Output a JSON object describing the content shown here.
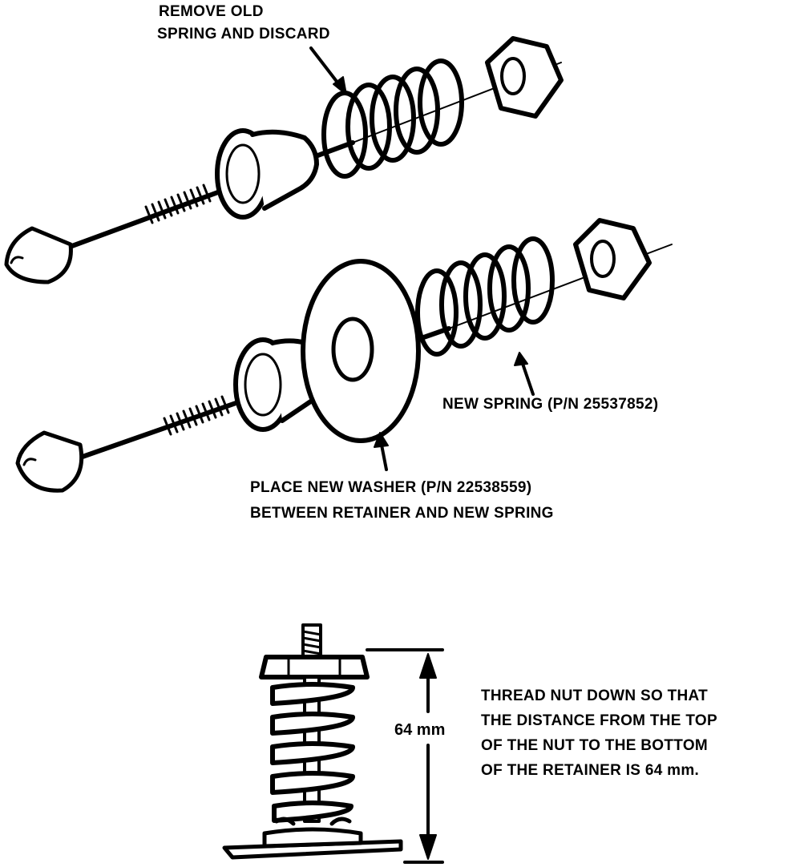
{
  "labels": {
    "remove_line1": "REMOVE OLD",
    "remove_line2": "SPRING AND DISCARD",
    "new_spring": "NEW SPRING (P/N 25537852)",
    "washer_line1": "PLACE NEW WASHER (P/N 22538559)",
    "washer_line2": "BETWEEN RETAINER AND NEW SPRING",
    "dimension": "64 mm",
    "thread_line1": "THREAD NUT DOWN SO THAT",
    "thread_line2": "THE DISTANCE FROM THE TOP",
    "thread_line3": "OF THE NUT TO THE BOTTOM",
    "thread_line4": "OF THE RETAINER IS 64 mm."
  },
  "colors": {
    "ink": "#000000",
    "paper": "#ffffff"
  }
}
